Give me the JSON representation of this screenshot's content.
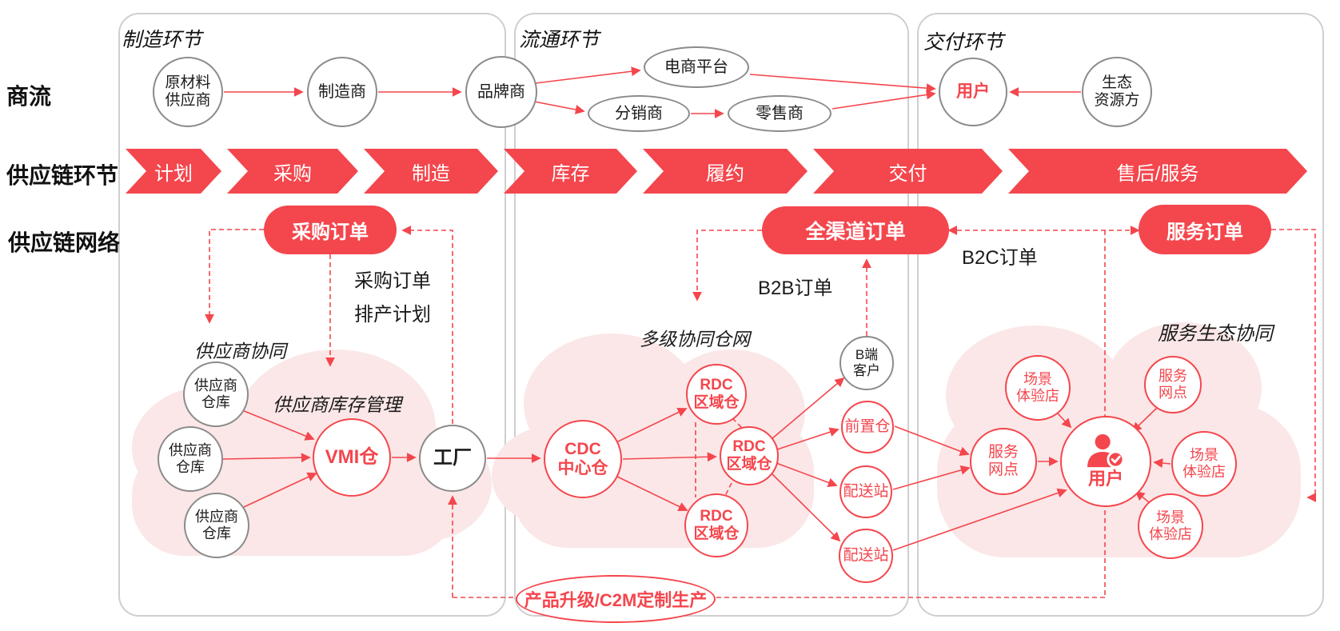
{
  "colors": {
    "red": "#F4464D",
    "pink": "#FBE7E7",
    "node_gray_border": "#8B8B8B",
    "panel_border": "#CFCFCF",
    "black": "#1A1A1A",
    "white": "#FFFFFF"
  },
  "row_labels": {
    "commerce": "商流",
    "chain": "供应链环节",
    "network": "供应链网络"
  },
  "panel_titles": {
    "manufacturing": "制造环节",
    "circulation": "流通环节",
    "delivery": "交付环节"
  },
  "stages": [
    "计划",
    "采购",
    "制造",
    "库存",
    "履约",
    "交付",
    "售后/服务"
  ],
  "commerce_nodes": {
    "raw_supplier": "原材料\n供应商",
    "manufacturer": "制造商",
    "brand": "品牌商",
    "ecommerce_platform": "电商平台",
    "distributor": "分销商",
    "retailer": "零售商",
    "user": "用户",
    "eco_resource": "生态\n资源方"
  },
  "order_pills": {
    "purchase": "采购订单",
    "omni_channel": "全渠道订单",
    "service": "服务订单"
  },
  "annotations": {
    "po_plan": "采购订单\n排产计划",
    "supplier_collab": "供应商协同",
    "supplier_inventory": "供应商库存管理",
    "warehouse_network": "多级协同仓网",
    "b2b": "B2B订单",
    "b2c": "B2C订单",
    "service_eco": "服务生态协同",
    "c2m": "产品升级/C2M定制生产"
  },
  "network_nodes": {
    "supplier_warehouse": "供应商\n仓库",
    "vmi": "VMI仓",
    "factory": "工厂",
    "cdc": "CDC\n中心仓",
    "rdc": "RDC\n区域仓",
    "b_client": "B端\n客户",
    "front_warehouse": "前置仓",
    "delivery_station": "配送站",
    "service_site": "服务\n网点",
    "experience_store": "场景\n体验店",
    "user": "用户"
  }
}
